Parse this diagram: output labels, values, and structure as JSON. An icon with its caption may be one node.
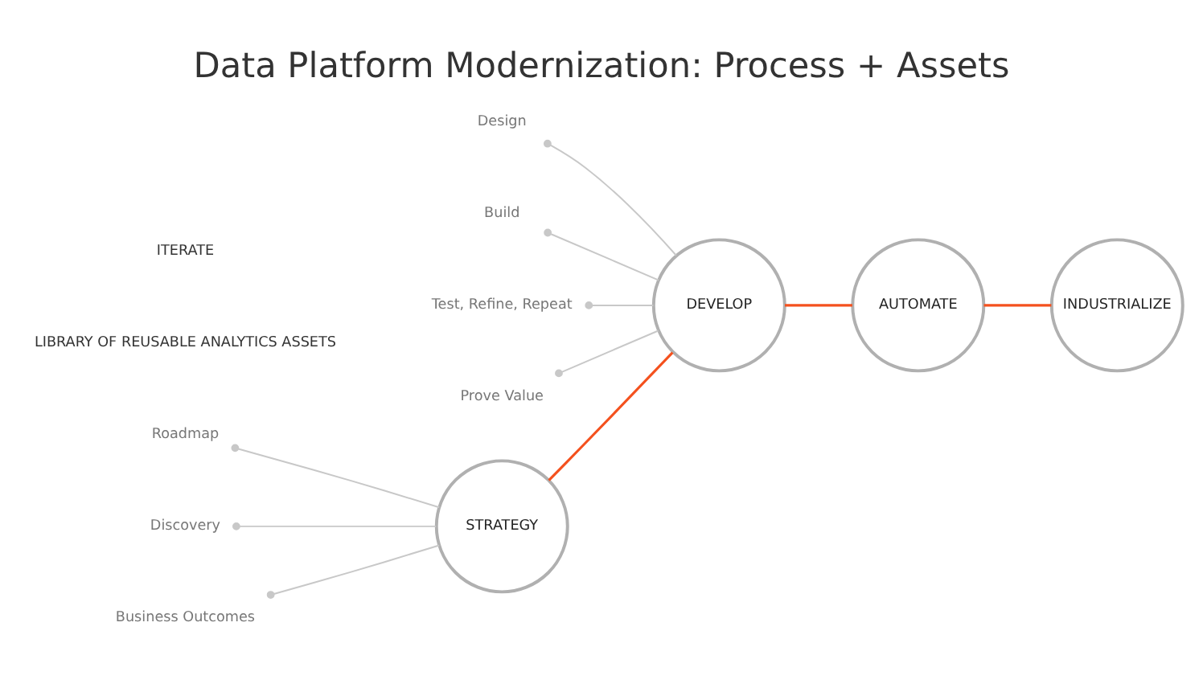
{
  "diagram": {
    "title": "Data Platform Modernization: Process + Assets",
    "nodes": [
      {
        "text": [
          "STRATEGY"
        ]
      },
      {
        "text": [
          "Roadmap"
        ]
      },
      {
        "text": [
          "Discovery"
        ]
      },
      {
        "text": [
          "Business Outcomes"
        ]
      },
      {
        "text": [
          "DEVELOP"
        ]
      },
      {
        "text": [
          "Design"
        ]
      },
      {
        "text": [
          "Build"
        ]
      },
      {
        "text": [
          "Test, Refine, Repeat"
        ]
      },
      {
        "text": [
          "Prove Value"
        ]
      },
      {
        "text": [
          "AUTOMATE"
        ]
      },
      {
        "text": [
          "INDUSTRIALIZE"
        ]
      }
    ],
    "edges": [
      {
        "from": 1,
        "to": 0,
        "arrow": "other"
      },
      {
        "from": 2,
        "to": 0,
        "arrow": "other"
      },
      {
        "from": 3,
        "to": 0,
        "arrow": "other"
      },
      {
        "from": 0,
        "to": 4,
        "arrow": "none",
        "color": "#f4511e"
      },
      {
        "from": 5,
        "to": 4,
        "arrow": "other"
      },
      {
        "from": 6,
        "to": 4,
        "arrow": "other"
      },
      {
        "from": 7,
        "to": 4,
        "arrow": "other"
      },
      {
        "from": 8,
        "to": 4,
        "arrow": "other"
      },
      {
        "from": 4,
        "to": 9,
        "arrow": "none",
        "color": "#f4511e"
      },
      {
        "from": 9,
        "to": 10,
        "arrow": "none",
        "color": "#f4511e"
      }
    ],
    "labels": [
      "LIBRARY OF REUSABLE ANALYTICS ASSETS",
      "ITERATE"
    ]
  }
}
